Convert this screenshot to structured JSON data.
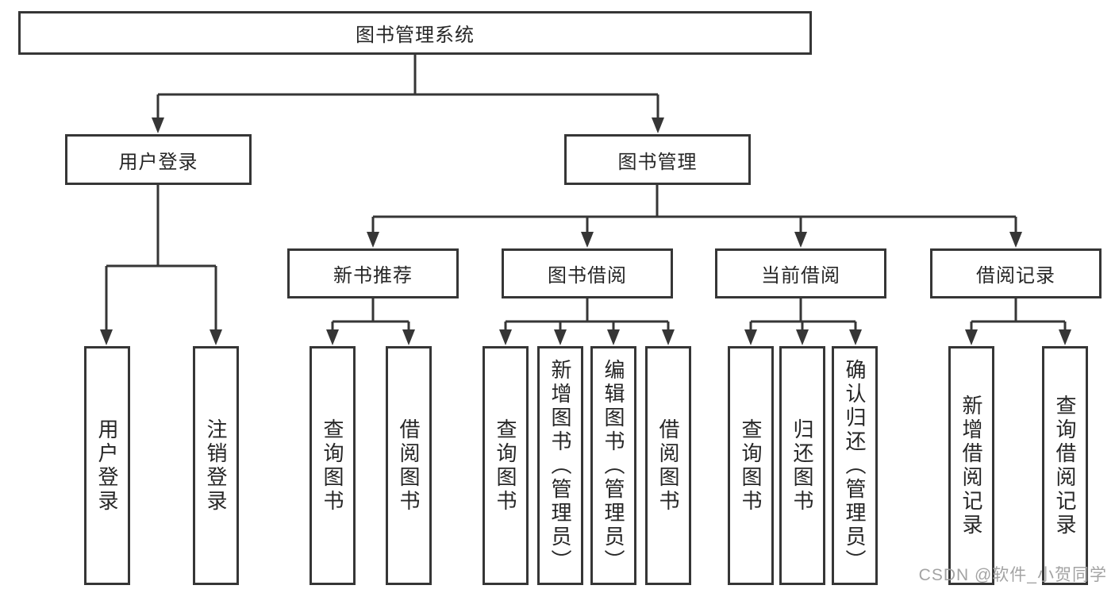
{
  "diagram": {
    "root": {
      "label": "图书管理系统"
    },
    "user_login": {
      "label": "用户登录",
      "children": [
        {
          "label": "用户登录"
        },
        {
          "label": "注销登录"
        }
      ]
    },
    "book_mgmt": {
      "label": "图书管理",
      "groups": [
        {
          "label": "新书推荐",
          "children": [
            {
              "label": "查询图书"
            },
            {
              "label": "借阅图书"
            }
          ]
        },
        {
          "label": "图书借阅",
          "children": [
            {
              "label": "查询图书"
            },
            {
              "label": "新增图书（管理员）"
            },
            {
              "label": "编辑图书（管理员）"
            },
            {
              "label": "借阅图书"
            }
          ]
        },
        {
          "label": "当前借阅",
          "children": [
            {
              "label": "查询图书"
            },
            {
              "label": "归还图书"
            },
            {
              "label": "确认归还（管理员）"
            }
          ]
        },
        {
          "label": "借阅记录",
          "children": [
            {
              "label": "新增借阅记录"
            },
            {
              "label": "查询借阅记录"
            }
          ]
        }
      ]
    }
  },
  "watermark": {
    "text": "CSDN @软件_小贺同学"
  },
  "colors": {
    "line": "#363636",
    "border": "#363636",
    "text": "#262626",
    "background": "#ffffff",
    "watermark": "#9e9e9e"
  }
}
